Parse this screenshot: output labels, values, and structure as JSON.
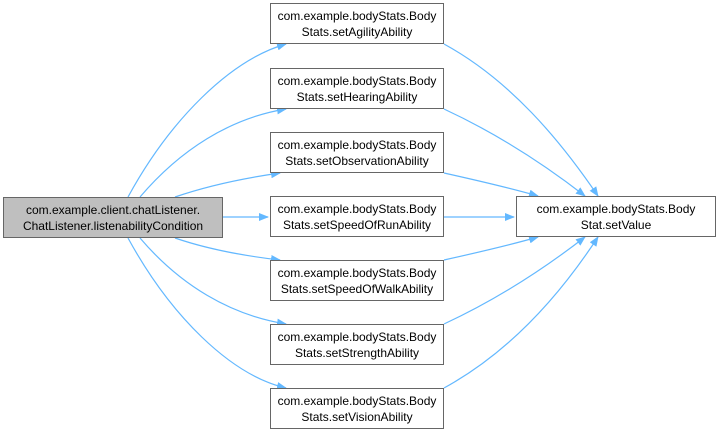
{
  "colors": {
    "edge": "#63b8ff",
    "node_border": "#666666",
    "source_fill": "#bfbfbf",
    "node_fill": "#ffffff"
  },
  "source": {
    "line1": "com.example.client.chatListener.",
    "line2": "ChatListener.listenabilityCondition"
  },
  "callees": [
    {
      "line1": "com.example.bodyStats.Body",
      "line2": "Stats.setAgilityAbility"
    },
    {
      "line1": "com.example.bodyStats.Body",
      "line2": "Stats.setHearingAbility"
    },
    {
      "line1": "com.example.bodyStats.Body",
      "line2": "Stats.setObservationAbility"
    },
    {
      "line1": "com.example.bodyStats.Body",
      "line2": "Stats.setSpeedOfRunAbility"
    },
    {
      "line1": "com.example.bodyStats.Body",
      "line2": "Stats.setSpeedOfWalkAbility"
    },
    {
      "line1": "com.example.bodyStats.Body",
      "line2": "Stats.setStrengthAbility"
    },
    {
      "line1": "com.example.bodyStats.Body",
      "line2": "Stats.setVisionAbility"
    }
  ],
  "target": {
    "line1": "com.example.bodyStats.Body",
    "line2": "Stat.setValue"
  }
}
